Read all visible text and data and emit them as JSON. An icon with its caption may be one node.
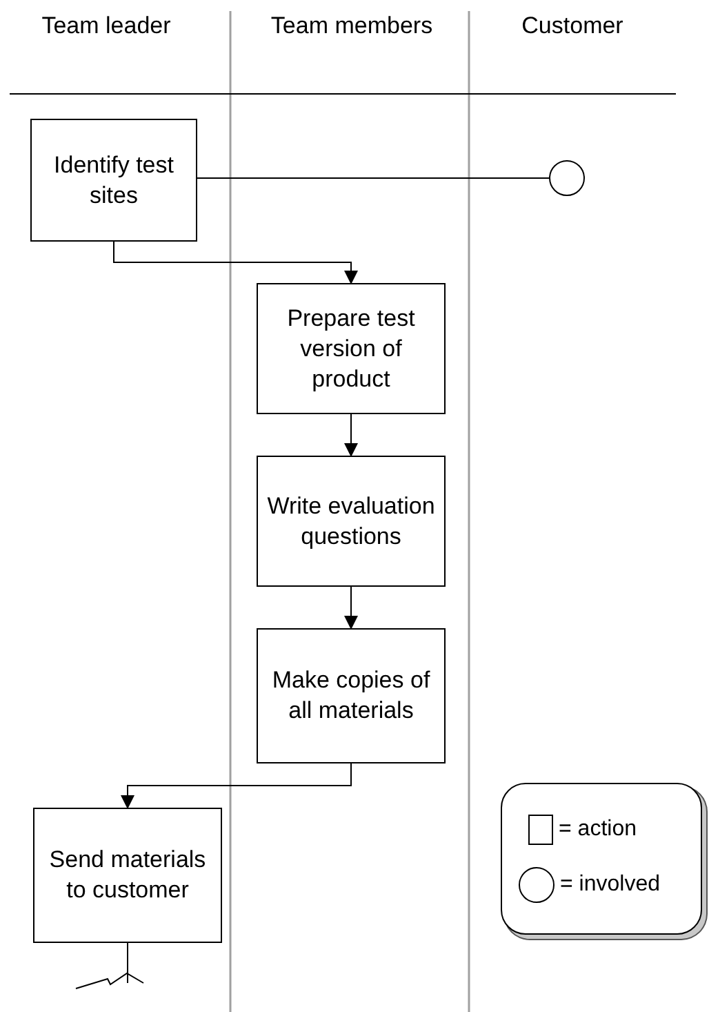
{
  "diagram": {
    "nodes": [
      {
        "text": [
          "Identify test sites"
        ]
      },
      {
        "text": [],
        "shape": "circle"
      },
      {
        "text": [
          "Prepare test version of product"
        ]
      },
      {
        "text": [
          "Write evaluation questions"
        ]
      },
      {
        "text": [
          "Make copies of all materials"
        ]
      },
      {
        "text": [
          "Send materials to customer"
        ]
      }
    ],
    "edges": [
      {
        "from": 0,
        "to": 1,
        "arrow": "none"
      },
      {
        "from": 0,
        "to": 2,
        "arrow": "to"
      },
      {
        "from": 2,
        "to": 3,
        "arrow": "to"
      },
      {
        "from": 3,
        "to": 4,
        "arrow": "to"
      },
      {
        "from": 4,
        "to": 5,
        "arrow": "to"
      },
      {
        "from": 5,
        "to": null,
        "arrow": "none"
      }
    ],
    "labels": [
      "Team leader",
      "Team members",
      "Customer"
    ],
    "legend": [
      {
        "text": "= action"
      },
      {
        "text": "= involved"
      }
    ]
  }
}
